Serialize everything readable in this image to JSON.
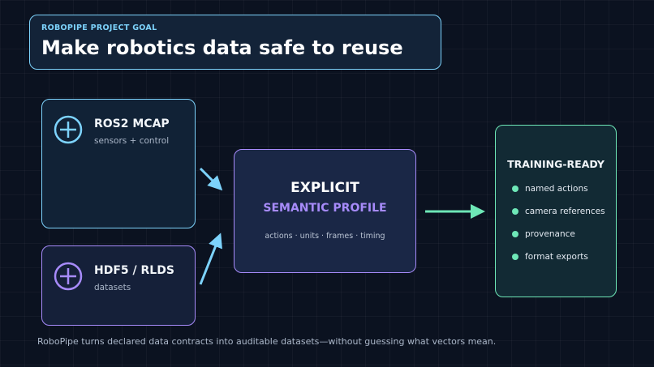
{
  "header": {
    "label": "ROBOPIPE PROJECT GOAL",
    "title": "Make robotics data safe to reuse"
  },
  "sources": [
    {
      "name": "ROS2 MCAP",
      "subtitle": "sensors + control",
      "icon": "plus-circle-icon",
      "color": "#7dd3fc"
    },
    {
      "name": "HDF5 / RLDS",
      "subtitle": "datasets",
      "icon": "plus-circle-icon",
      "color": "#a78bfa"
    }
  ],
  "center": {
    "title": "EXPLICIT",
    "subtitle": "SEMANTIC PROFILE",
    "details": "actions · units · frames · timing"
  },
  "output": {
    "title": "TRAINING-READY",
    "items": [
      "named actions",
      "camera references",
      "provenance",
      "format exports"
    ]
  },
  "footer": "RoboPipe turns declared data contracts into auditable datasets—without guessing what vectors mean.",
  "colors": {
    "background": "#0b1220",
    "cyan": "#7dd3fc",
    "purple": "#a78bfa",
    "green": "#6ee7b7"
  }
}
